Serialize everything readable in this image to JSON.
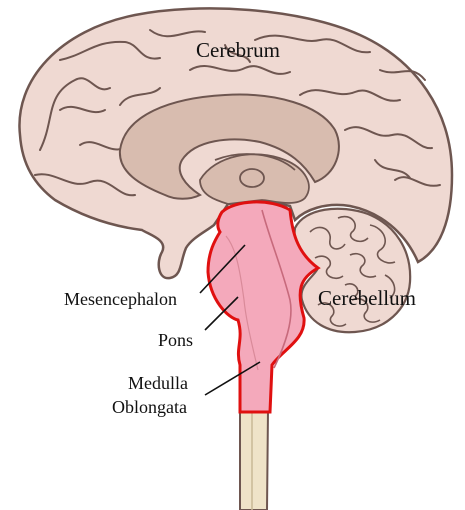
{
  "labels": {
    "cerebrum": "Cerebrum",
    "cerebellum": "Cerebellum",
    "mesencephalon": "Mesencephalon",
    "pons": "Pons",
    "medulla_line1": "Medulla",
    "medulla_line2": "Oblongata"
  },
  "colors": {
    "cortex_fill": "#efd9d2",
    "outline": "#6e5650",
    "inner_fill": "#d8bcaf",
    "brainstem_fill": "#f4a9bb",
    "brainstem_outline": "#e01010",
    "spinal_cord_fill": "#efe3c8",
    "leader_line": "#111111"
  }
}
